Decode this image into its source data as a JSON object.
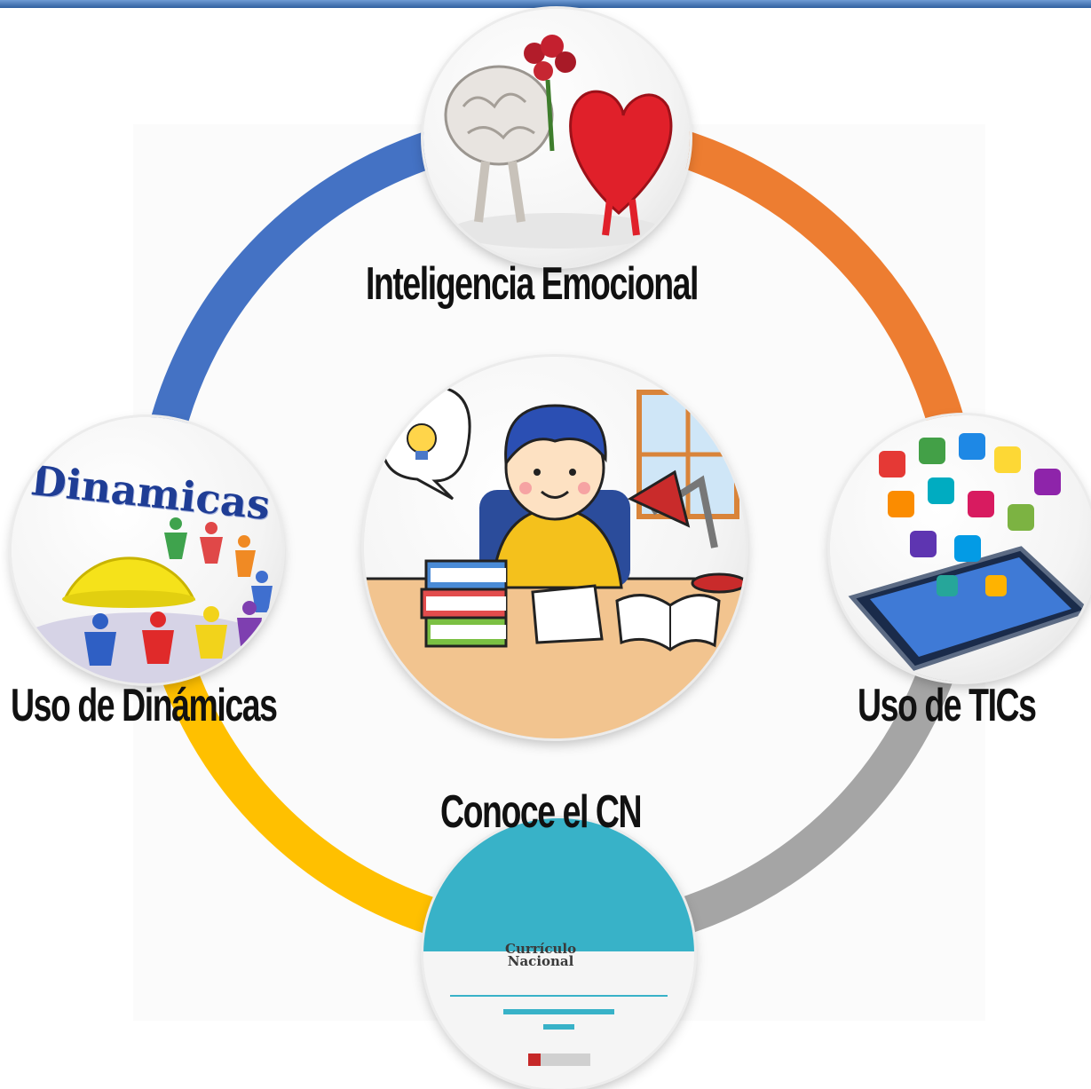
{
  "diagram": {
    "center": {
      "icon": "student-studying-icon"
    },
    "nodes": [
      {
        "id": "emocional",
        "label": "Inteligencia  Emocional",
        "icon": "brain-heart-icon",
        "ring_color": "#ed7d31"
      },
      {
        "id": "tics",
        "label": "Uso de TICs",
        "icon": "tablet-apps-icon",
        "ring_color": "#a5a5a5"
      },
      {
        "id": "cn",
        "label": "Conoce  el CN",
        "icon": "curriculum-book-icon",
        "ring_color": "#ffc000"
      },
      {
        "id": "dinamicas",
        "label": "Uso de Dinámicas",
        "icon": "group-dynamics-icon",
        "ring_color": "#4472c4"
      }
    ],
    "image_text": {
      "dinamicas_word": "Dinamicas",
      "curriculo_title_1": "Currículo",
      "curriculo_title_2": "Nacional"
    }
  }
}
